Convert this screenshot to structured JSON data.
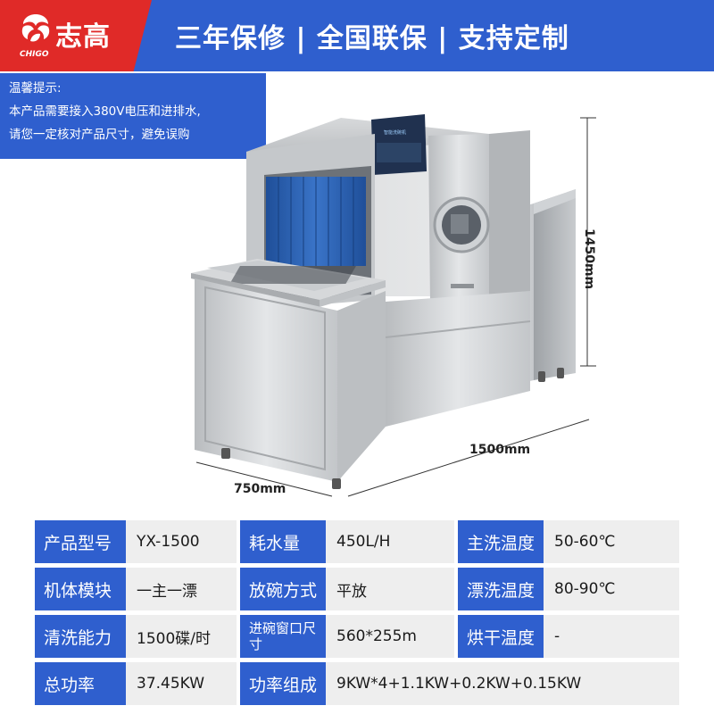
{
  "brand": {
    "name": "志高",
    "sub": "CHIGO",
    "accent": "#e02a28",
    "header_color": "#2f5fce"
  },
  "slogan": "三年保修 | 全国联保 | 支持定制",
  "notice": {
    "title": "温馨提示:",
    "lines": [
      "本产品需要接入380V电压和进排水,",
      "请您一定核对产品尺寸，避免误购"
    ]
  },
  "machine": {
    "panel_title": "智能洗碗机",
    "dims": {
      "height": "1450mm",
      "width": "1500mm",
      "depth": "750mm"
    }
  },
  "specs": {
    "rows": [
      [
        {
          "label": "产品型号",
          "value": "YX-1500"
        },
        {
          "label": "耗水量",
          "value": "450L/H"
        },
        {
          "label": "主洗温度",
          "value": "50-60℃"
        }
      ],
      [
        {
          "label": "机体模块",
          "value": "一主一漂"
        },
        {
          "label": "放碗方式",
          "value": "平放"
        },
        {
          "label": "漂洗温度",
          "value": "80-90℃"
        }
      ],
      [
        {
          "label": "清洗能力",
          "value": "1500碟/时"
        },
        {
          "label": "进碗窗口尺寸",
          "value": "560*255m"
        },
        {
          "label": "烘干温度",
          "value": "-"
        }
      ],
      [
        {
          "label": "总功率",
          "value": "37.45KW"
        },
        {
          "label": "功率组成",
          "value": "9KW*4+1.1KW+0.2KW+0.15KW"
        }
      ]
    ]
  }
}
